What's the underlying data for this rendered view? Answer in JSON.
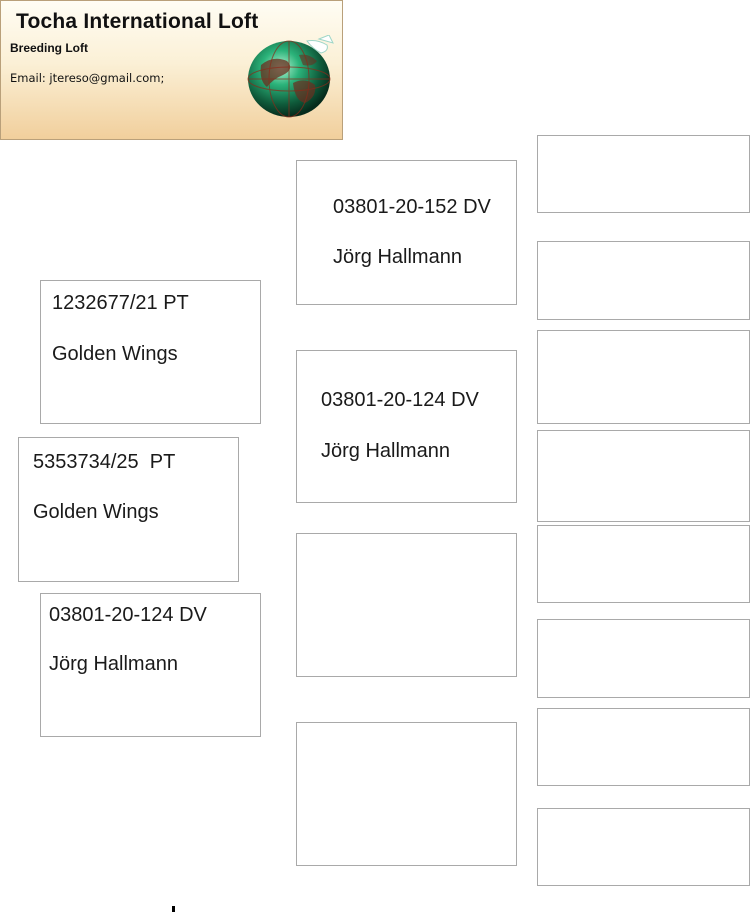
{
  "header": {
    "title": "Tocha International Loft",
    "subtitle": "Breeding Loft",
    "email": "Email: jtereso@gmail.com;",
    "logo_icon": "globe-icon"
  },
  "pedigree": {
    "subject": {
      "ring": "5353734/25  PT",
      "breeder": "Golden Wings"
    },
    "sire": {
      "ring": "1232677/21 PT",
      "breeder": "Golden Wings"
    },
    "dam": {
      "ring": "03801-20-124 DV",
      "breeder": "Jörg Hallmann"
    },
    "sire_sire": {
      "ring": "03801-20-152 DV",
      "breeder": "Jörg Hallmann"
    },
    "sire_dam": {
      "ring": "03801-20-124 DV",
      "breeder": "Jörg Hallmann"
    },
    "dam_sire": {
      "ring": "",
      "breeder": ""
    },
    "dam_dam": {
      "ring": "",
      "breeder": ""
    }
  },
  "colors": {
    "border": "#a9a9a9",
    "header_gradient_top": "#fffdf4",
    "header_gradient_bottom": "#f1cf9c",
    "globe_green": "#2bb37a"
  }
}
